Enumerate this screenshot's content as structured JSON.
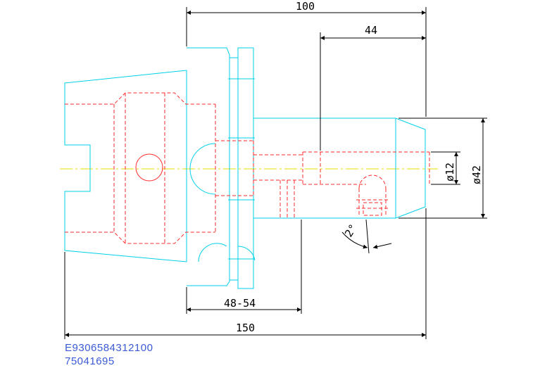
{
  "dimensions": {
    "length_100": "100",
    "length_44": "44",
    "length_48_54": "48-54",
    "length_150": "150",
    "diameter_12": "ø12",
    "diameter_42": "ø42",
    "angle_2": "2°"
  },
  "codes": {
    "line1": "E9306584312100",
    "line2": "75041695"
  },
  "colors": {
    "outline": "#00d0e8",
    "hidden": "#ff2a2a",
    "centerline": "#e8e000",
    "dimension": "#000000",
    "code_text": "#3b5bd6"
  }
}
